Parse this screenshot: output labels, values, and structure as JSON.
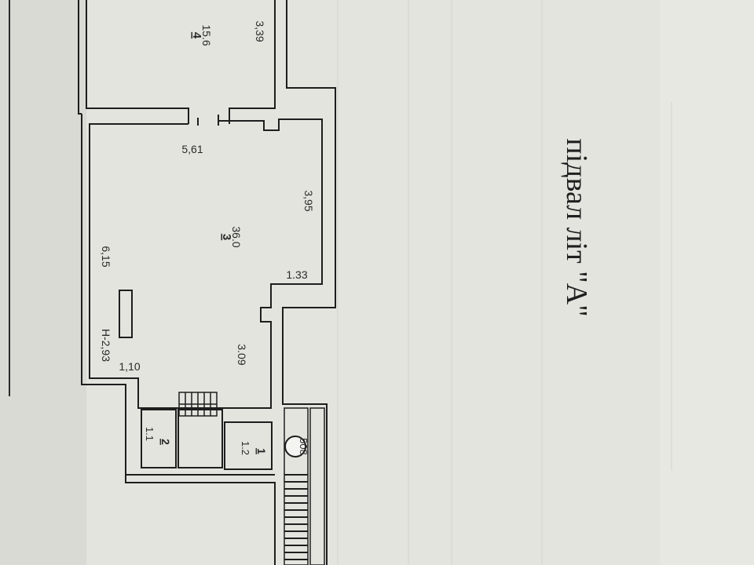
{
  "title": "підвал літ \"А\"",
  "colors": {
    "paper": "#e4e5df",
    "ink": "#1e1e1e",
    "wall_fill": "#f2f2ee"
  },
  "rooms": [
    {
      "number": "4",
      "area": "15.6"
    },
    {
      "number": "3",
      "area": "36.0"
    },
    {
      "number": "2",
      "area": "1.1"
    },
    {
      "number": "1",
      "area": "1.2"
    }
  ],
  "dimensions": {
    "d_339": "3,39",
    "d_561": "5,61",
    "d_395": "3,95",
    "d_133": "1.33",
    "d_615": "6,15",
    "d_h293": "H-2,93",
    "d_110": "1,10",
    "d_309": "3.09"
  },
  "stair_marker": "508"
}
